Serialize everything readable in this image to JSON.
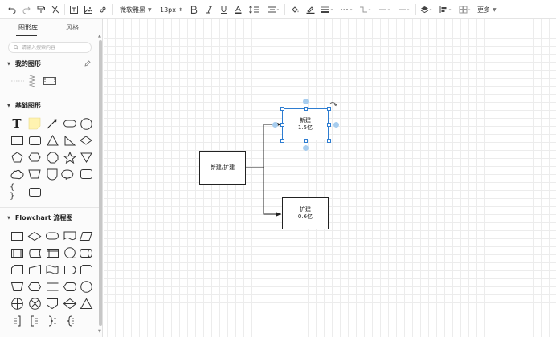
{
  "toolbar": {
    "font_family": "微软雅黑",
    "font_size": "13px",
    "more_label": "更多"
  },
  "sidebar": {
    "tabs": [
      "图形库",
      "风格"
    ],
    "search_placeholder": "请输入搜索内容",
    "sections": {
      "mine": "我的图形",
      "basic": "基础图形",
      "flowchart": "Flowchart 流程图"
    },
    "text_shape_label": "T",
    "brace_shape_label": "{ }"
  },
  "diagram": {
    "root": "新建/扩建",
    "node_new": {
      "line1": "新建",
      "line2": "1.5亿"
    },
    "node_expand": {
      "line1": "扩建",
      "line2": "0.6亿"
    }
  },
  "colors": {
    "selection": "#2e7dd1",
    "hint": "#a7cdef",
    "note_fill": "#fff3b0",
    "grid": "#ececec"
  }
}
